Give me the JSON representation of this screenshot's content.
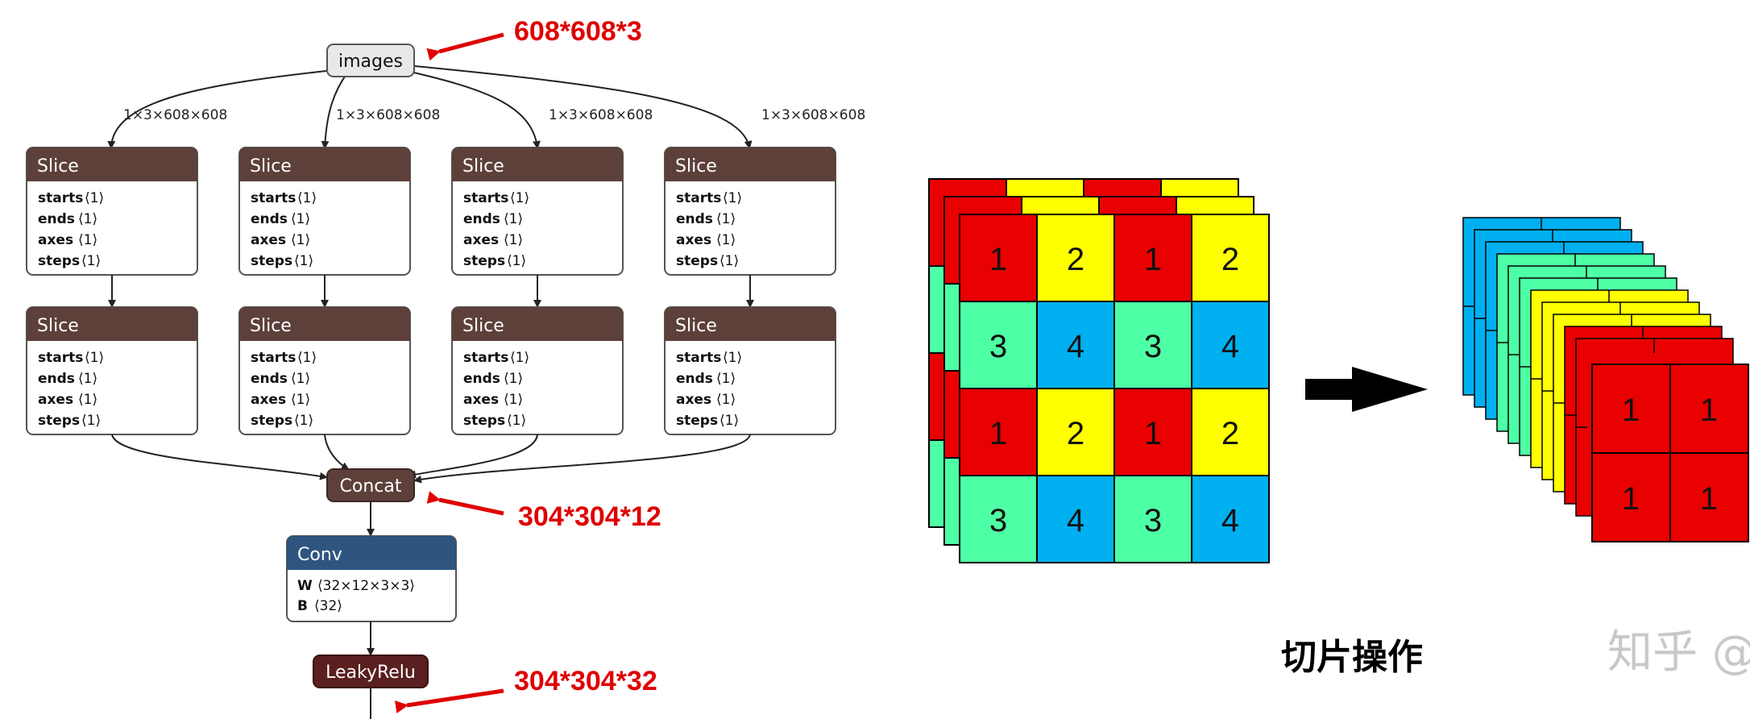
{
  "graph": {
    "input_node": "images",
    "edge_shape": "1×3×608×608",
    "slice_title": "Slice",
    "slice_attrs": [
      {
        "key": "starts",
        "val": "⟨1⟩"
      },
      {
        "key": "ends",
        "val": "⟨1⟩"
      },
      {
        "key": "axes",
        "val": "⟨1⟩"
      },
      {
        "key": "steps",
        "val": "⟨1⟩"
      }
    ],
    "concat": "Concat",
    "conv": {
      "title": "Conv",
      "attrs": [
        {
          "key": "W",
          "val": "⟨32×12×3×3⟩"
        },
        {
          "key": "B",
          "val": "⟨32⟩"
        }
      ]
    },
    "activation": "LeakyRelu"
  },
  "annotations": {
    "input_size": "608*608*3",
    "concat_size": "304*304*12",
    "output_size": "304*304*32"
  },
  "slicing_figure": {
    "grid_numbers": [
      [
        "1",
        "2",
        "1",
        "2"
      ],
      [
        "3",
        "4",
        "3",
        "4"
      ],
      [
        "1",
        "2",
        "1",
        "2"
      ],
      [
        "3",
        "4",
        "3",
        "4"
      ]
    ],
    "result_numbers": [
      "1",
      "1",
      "1",
      "1"
    ],
    "caption": "切片操作",
    "watermark": "知乎 @江大白",
    "colors": {
      "red": "#e90000",
      "yellow": "#ffff00",
      "green": "#4dffa5",
      "blue": "#00b0f0",
      "node_brown": "#5d403a",
      "conv_blue": "#2d5580",
      "annotation_red": "#e00000"
    }
  }
}
